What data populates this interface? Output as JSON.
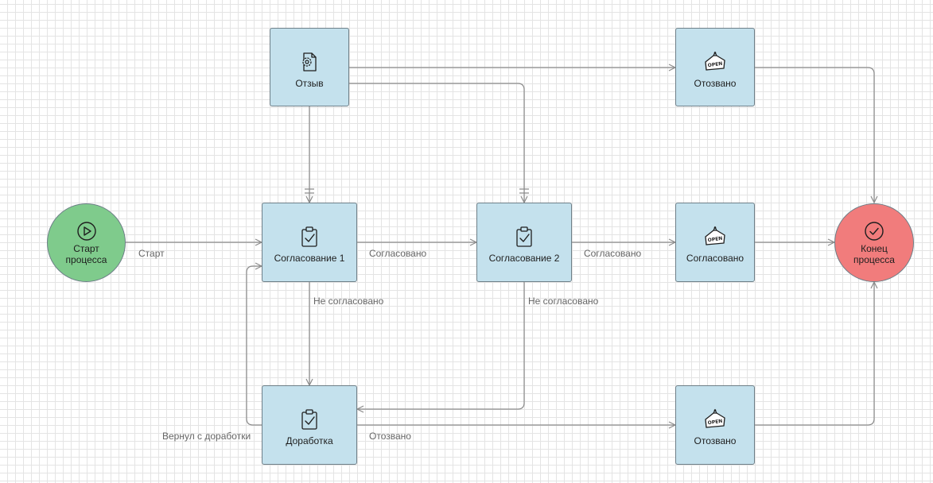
{
  "colors": {
    "task": "#c4e1ed",
    "start": "#7fcb8c",
    "end": "#f17c7c",
    "edge": "#8a8a8a",
    "label": "#666666"
  },
  "nodes": {
    "start": {
      "line1": "Старт",
      "line2": "процесса",
      "icon": "play-circle-icon"
    },
    "review": {
      "label": "Отзыв",
      "icon": "gear-document-icon"
    },
    "approval1": {
      "label": "Согласование 1",
      "icon": "clipboard-check-icon"
    },
    "approval2": {
      "label": "Согласование 2",
      "icon": "clipboard-check-icon"
    },
    "rework": {
      "label": "Доработка",
      "icon": "clipboard-check-icon"
    },
    "revoked_top": {
      "label": "Отозвано",
      "icon": "open-sign-icon",
      "sign": "OPEN"
    },
    "approved": {
      "label": "Согласовано",
      "icon": "open-sign-icon",
      "sign": "OPEN"
    },
    "revoked_bottom": {
      "label": "Отозвано",
      "icon": "open-sign-icon",
      "sign": "OPEN"
    },
    "end": {
      "line1": "Конец",
      "line2": "процесса",
      "icon": "check-circle-icon"
    }
  },
  "edge_labels": {
    "start": "Старт",
    "approved_1": "Согласовано",
    "approved_2": "Согласовано",
    "rejected_1": "Не согласовано",
    "rejected_2": "Не согласовано",
    "returned": "Вернул с доработки",
    "revoked": "Отозвано"
  }
}
